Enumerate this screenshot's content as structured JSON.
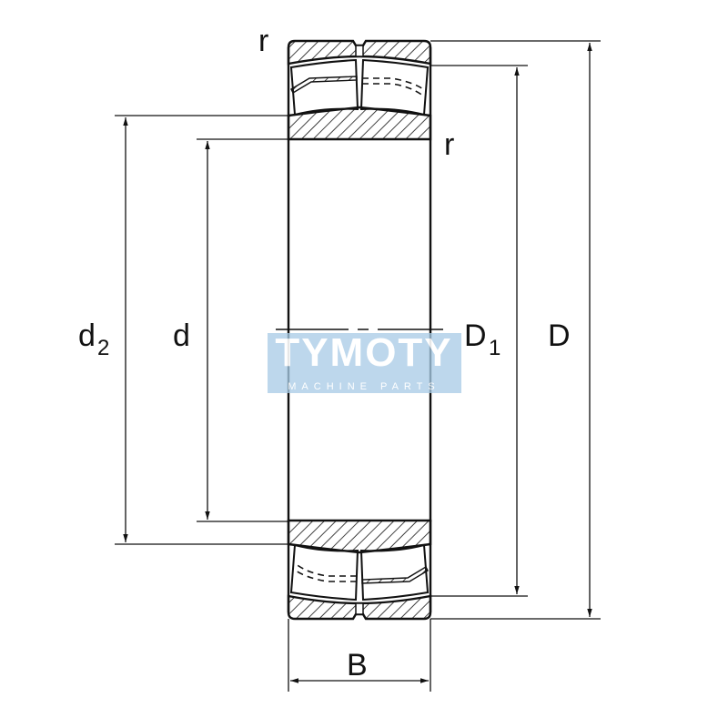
{
  "labels": {
    "r_top": "r",
    "r_inner": "r",
    "d2_main": "d",
    "d2_sub": "2",
    "d": "d",
    "D1_main": "D",
    "D1_sub": "1",
    "D": "D",
    "B": "B"
  },
  "watermark": {
    "title": "TYMOTY",
    "subtitle": "MACHINE PARTS",
    "color": "#a9cbe6"
  },
  "colors": {
    "line": "#111111"
  }
}
